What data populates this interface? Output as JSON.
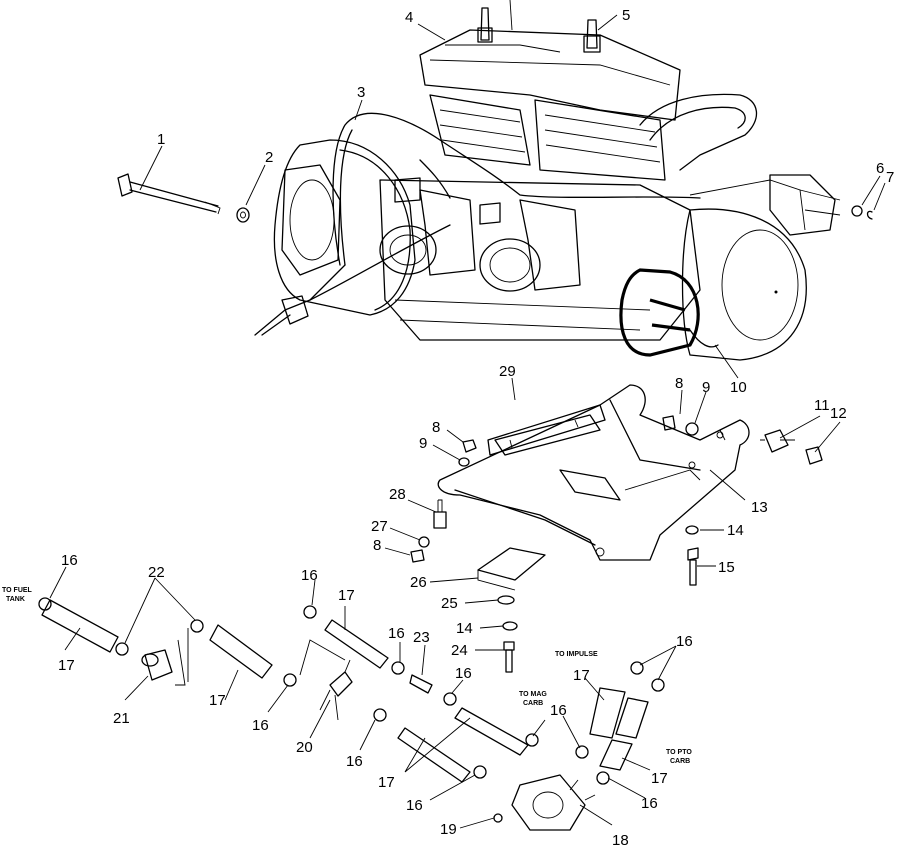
{
  "callouts": {
    "c1": "1",
    "c2": "2",
    "c3": "3",
    "c4": "4",
    "c5": "5",
    "c6": "6",
    "c7": "7",
    "c8a": "8",
    "c8b": "8",
    "c8c": "8",
    "c9a": "9",
    "c9b": "9",
    "c10": "10",
    "c11": "11",
    "c12": "12",
    "c13": "13",
    "c14a": "14",
    "c14b": "14",
    "c15": "15",
    "c16a": "16",
    "c16b": "16",
    "c16c": "16",
    "c16d": "16",
    "c16e": "16",
    "c16f": "16",
    "c16g": "16",
    "c16h": "16",
    "c16i": "16",
    "c16j": "16",
    "c17a": "17",
    "c17b": "17",
    "c17c": "17",
    "c17d": "17",
    "c17e": "17",
    "c17f": "17",
    "c18": "18",
    "c19": "19",
    "c20": "20",
    "c21": "21",
    "c22": "22",
    "c23": "23",
    "c24": "24",
    "c25": "25",
    "c26": "26",
    "c27": "27",
    "c28": "28",
    "c29": "29"
  },
  "notes": {
    "fuel_tank_1": "TO FUEL",
    "fuel_tank_2": "TANK",
    "impulse": "TO IMPULSE",
    "mag_carb_1": "TO MAG",
    "mag_carb_2": "CARB",
    "pto_carb_1": "TO PTO",
    "pto_carb_2": "CARB"
  }
}
